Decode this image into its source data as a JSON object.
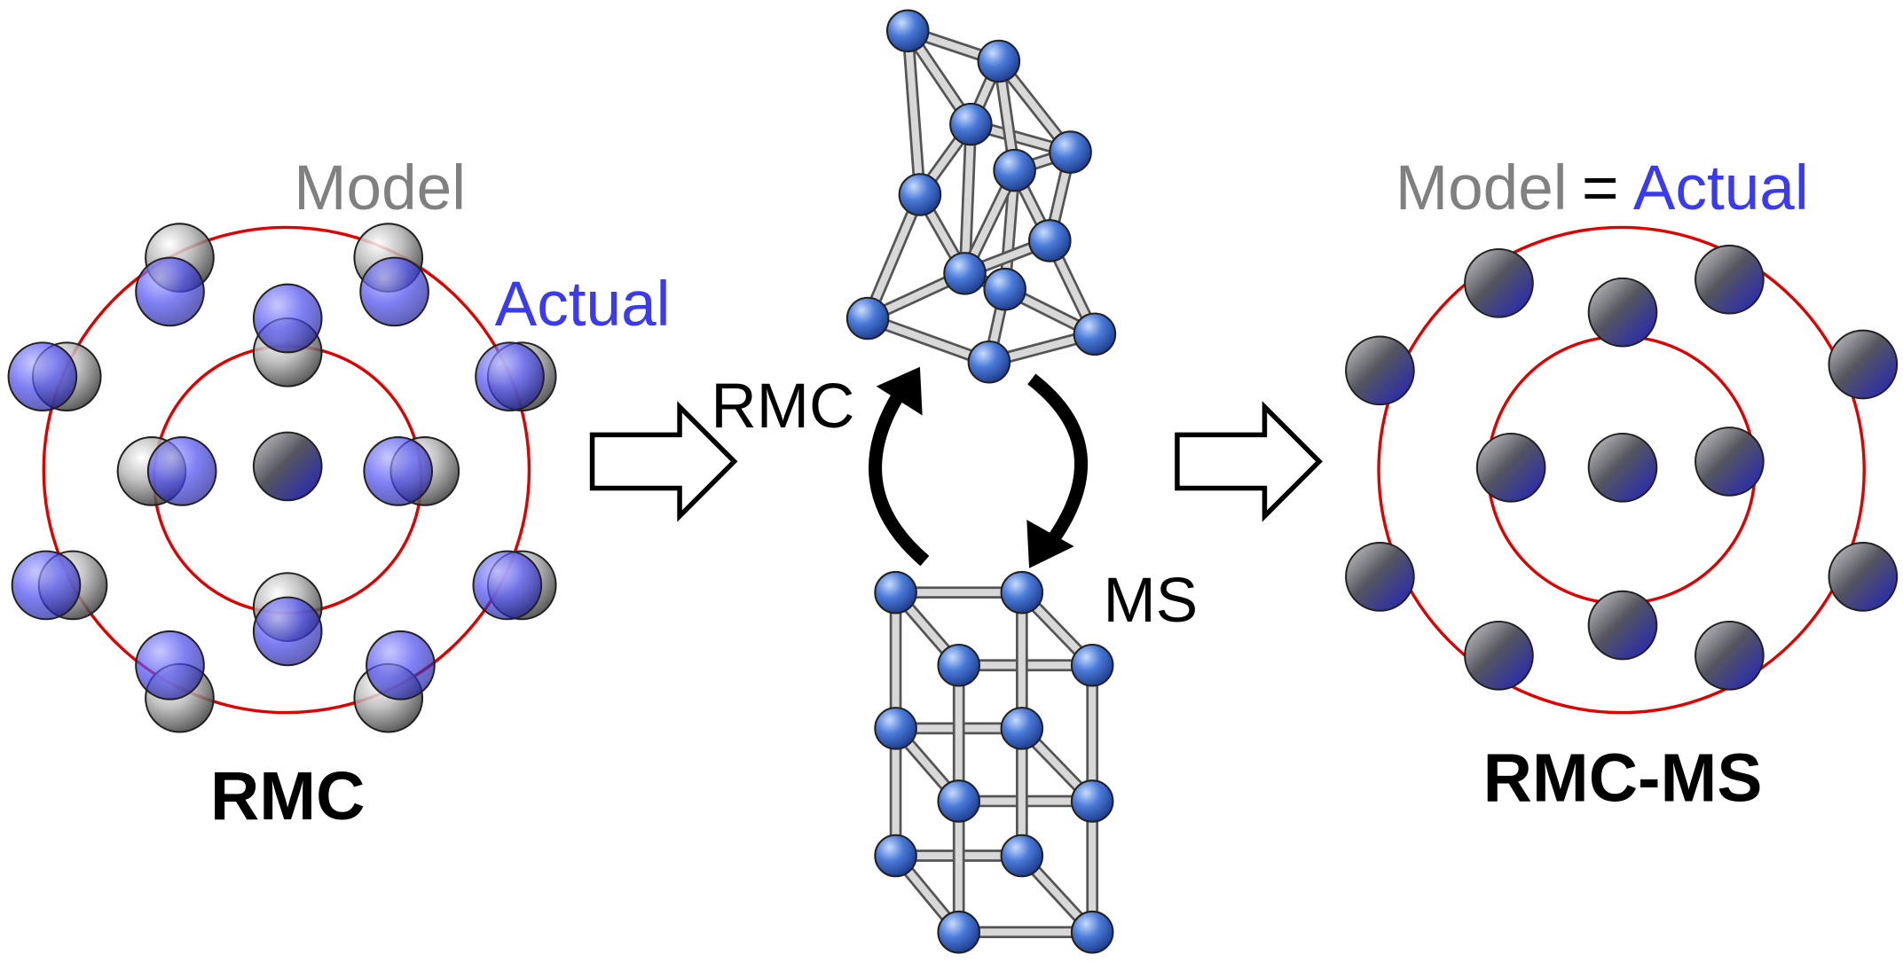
{
  "left_panel": {
    "model_label": "Model",
    "actual_label": "Actual",
    "title": "RMC"
  },
  "middle_panel": {
    "rmc_label": "RMC",
    "ms_label": "MS"
  },
  "right_panel": {
    "model_label": "Model",
    "equals": "=",
    "actual_label": "Actual",
    "title": "RMC-MS"
  },
  "colors": {
    "model": "#808080",
    "actual": "#3a3af0",
    "circle": "#e00000",
    "text": "#000000"
  }
}
